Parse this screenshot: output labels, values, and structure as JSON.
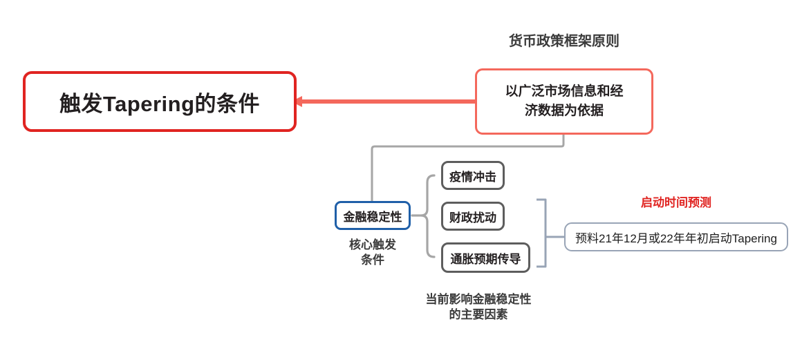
{
  "diagram": {
    "title_node": {
      "text": "触发Tapering的条件",
      "border_color": "#e02421"
    },
    "framework": {
      "caption": "货币政策框架原则",
      "node_text": "以广泛市场信息和经\n济数据为依据",
      "border_color": "#f4685c"
    },
    "core": {
      "node_text": "金融稳定性",
      "caption": "核心触发\n条件",
      "border_color": "#1f5fa8"
    },
    "factors": {
      "items": [
        {
          "text": "疫情冲击"
        },
        {
          "text": "财政扰动"
        },
        {
          "text": "通胀预期传导"
        }
      ],
      "caption": "当前影响金融稳定性\n的主要因素",
      "border_color": "#5d5d5d"
    },
    "forecast": {
      "caption": "启动时间预测",
      "caption_color": "#e02421",
      "node_text": "预料21年12月或22年年初启动Tapering",
      "border_color": "#98a4b6"
    },
    "connectors": {
      "arrow_color": "#f4685c",
      "elbow_color": "#a6a6a6",
      "brace_color": "#a6a6a6",
      "bracket_color": "#98a4b6"
    }
  }
}
